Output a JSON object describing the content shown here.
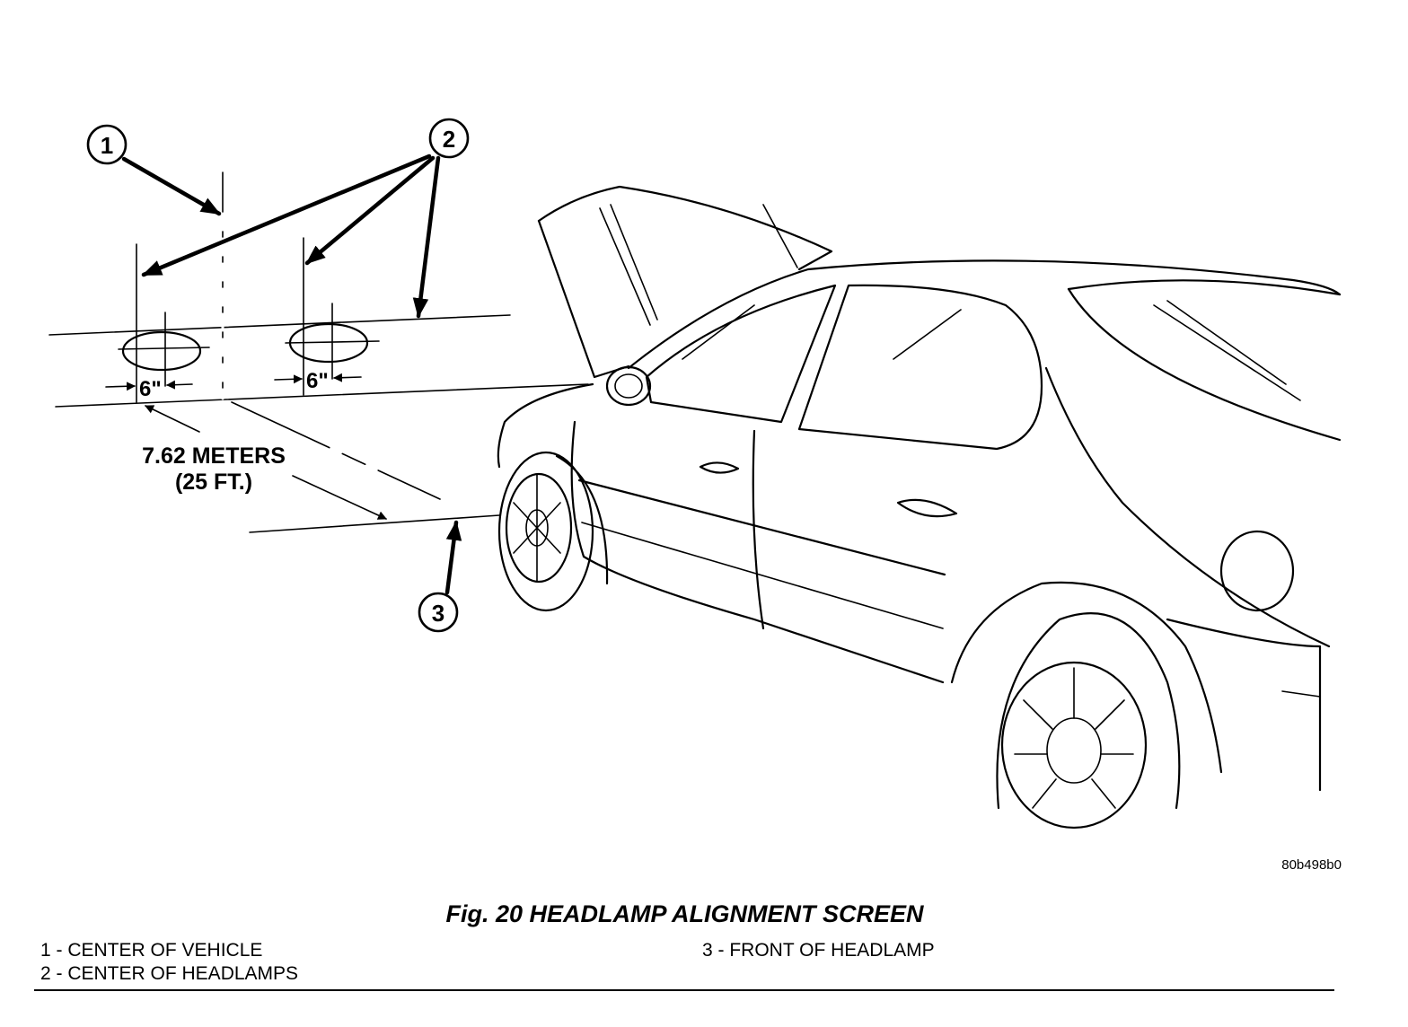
{
  "callouts": {
    "one": "1",
    "two": "2",
    "three": "3"
  },
  "dimensions": {
    "offset_left": "6\"",
    "offset_right": "6\"",
    "distance_metric": "7.62 METERS",
    "distance_imperial": "(25 FT.)"
  },
  "figure_code": "80b498b0",
  "caption": "Fig. 20 HEADLAMP ALIGNMENT SCREEN",
  "legend": [
    "1 - CENTER OF VEHICLE",
    "2 - CENTER OF HEADLAMPS",
    "3 - FRONT OF HEADLAMP"
  ]
}
